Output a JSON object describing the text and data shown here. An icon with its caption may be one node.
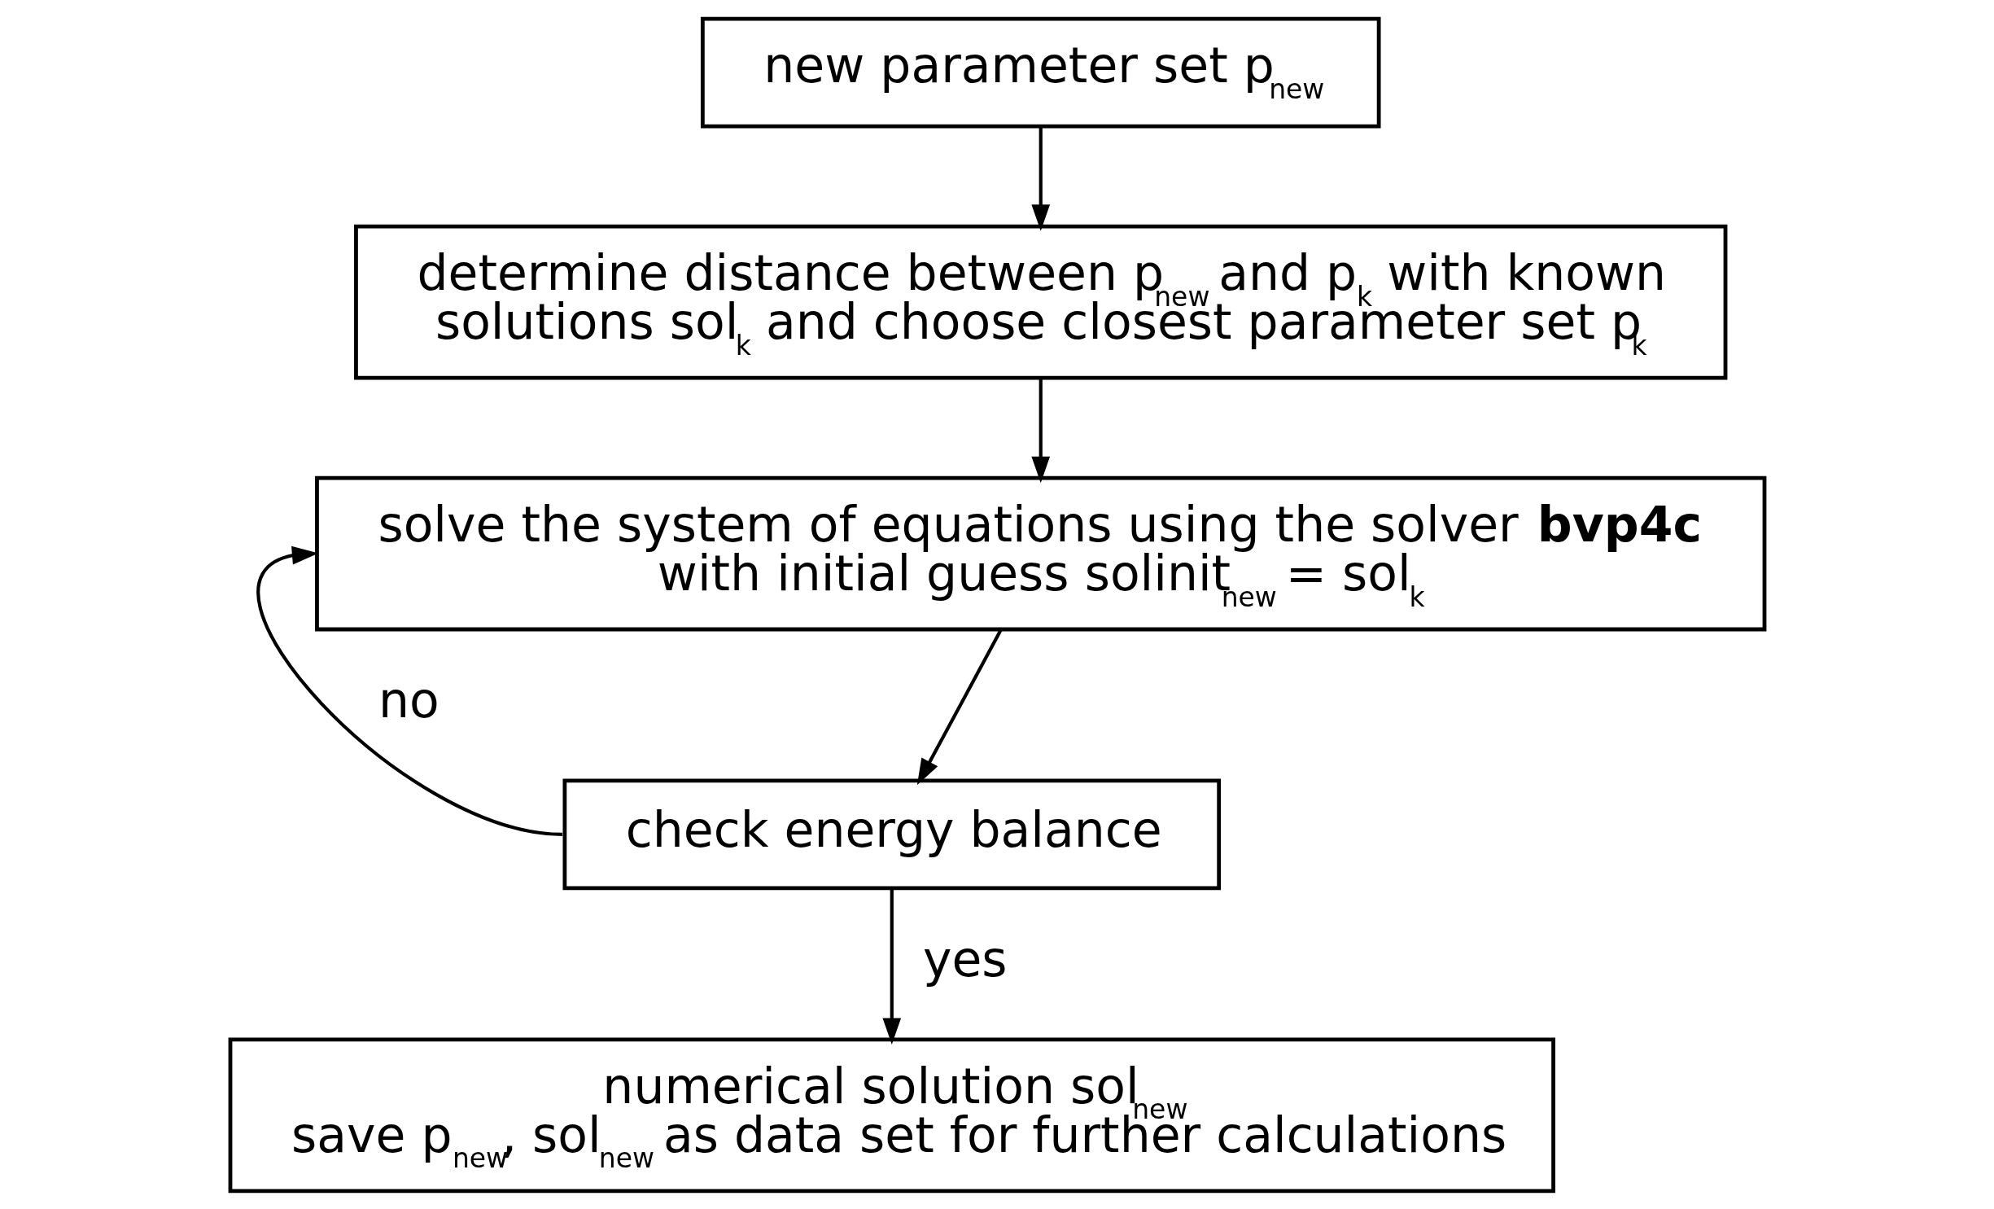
{
  "diagram": {
    "nodes": [
      {
        "text": [
          "new parameter set p$_{new}$"
        ]
      },
      {
        "text": [
          "determine distance between p$_{new}$ and p$_{k}$ with known solutions sol$_{k}$ and choose closest parameter set p$_{k}$"
        ]
      },
      {
        "text": [
          "solve the system of equations using the solver **bvp4c** with initial guess solinit$_{new}$ = sol$_{k}$"
        ]
      },
      {
        "text": [
          "check energy balance"
        ]
      },
      {
        "text": [
          "numerical solution sol$_{new}$",
          "save p$_{new}$, sol$_{new}$ as data set for further calculations"
        ]
      }
    ],
    "edges": [
      {
        "from": 0,
        "to": 1,
        "arrow": "to"
      },
      {
        "from": 1,
        "to": 2,
        "arrow": "to"
      },
      {
        "from": 2,
        "to": 3,
        "arrow": "to"
      },
      {
        "from": 3,
        "to": 2,
        "arrow": "to",
        "label": "no"
      },
      {
        "from": 3,
        "to": 4,
        "arrow": "to",
        "label": "yes"
      }
    ]
  }
}
